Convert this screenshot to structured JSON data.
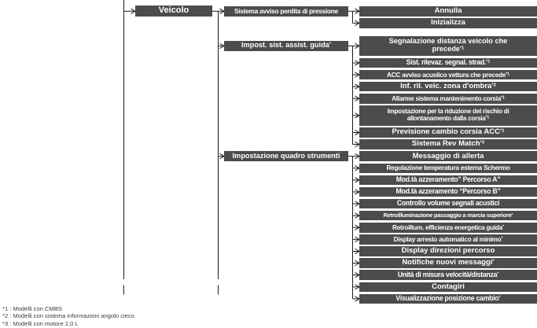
{
  "diagram": {
    "root": {
      "label": "Veicolo"
    },
    "groups": [
      {
        "parent": {
          "label": "Sistema avviso perdita di pressione",
          "sup": ""
        },
        "children": [
          {
            "label": "Annulla",
            "sup": ""
          },
          {
            "label": "Inizializza",
            "sup": ""
          }
        ]
      },
      {
        "parent": {
          "label": "Impost. sist. assist. guida",
          "sup": "*"
        },
        "children": [
          {
            "label": "Segnalazione distanza veicolo che\nprecede",
            "sup": "*1"
          },
          {
            "label": "Sist. rilevaz. segnal. strad.",
            "sup": "*1"
          },
          {
            "label": "ACC avviso acustico vettura che precede",
            "sup": "*1"
          },
          {
            "label": "Inf. ril. veic. zona d'ombra",
            "sup": "*2"
          },
          {
            "label": "Allarme sistema mantenimento corsia",
            "sup": "*1"
          },
          {
            "label": "Impostazione per la riduzione del rischio di\nallontanamento dalla corsia",
            "sup": "*1"
          },
          {
            "label": "Previsione cambio corsia ACC",
            "sup": "*1"
          },
          {
            "label": "Sistema Rev Match",
            "sup": "*3"
          }
        ]
      },
      {
        "parent": {
          "label": "Impostazione quadro strumenti",
          "sup": ""
        },
        "children": [
          {
            "label": "Messaggio di allerta",
            "sup": ""
          },
          {
            "label": "Regolazione temperatura esterna Schermo",
            "sup": ""
          },
          {
            "label": "Mod.tà azzeramento” Percorso A”",
            "sup": ""
          },
          {
            "label": "Mod.tà azzeramento “Percorso B”",
            "sup": ""
          },
          {
            "label": "Controllo volume segnali acustici",
            "sup": ""
          },
          {
            "label": "Retroilluminazione passaggio a marcia superiore",
            "sup": "*"
          },
          {
            "label": "Retroillum. efficienza energetica guida",
            "sup": "*"
          },
          {
            "label": "Display arresto automatico al minimo",
            "sup": "*"
          },
          {
            "label": "Display direzioni percorso",
            "sup": ""
          },
          {
            "label": "Notifiche nuovi messaggi",
            "sup": "*"
          },
          {
            "label": "Unità di misura velocità/distanza",
            "sup": "*"
          },
          {
            "label": "Contagiri",
            "sup": ""
          },
          {
            "label": "Visualizzazione posizione cambio",
            "sup": "*"
          }
        ]
      }
    ],
    "footnotes": [
      "*1 : Modelli con CMBS",
      "*2 : Modelli con sistema informazioni angolo cieco",
      "*3 : Modelli con motore 2,0 L"
    ],
    "colors": {
      "box_bg": "#4c4c4c",
      "box_text": "#ffffff",
      "line": "#1c1c1c",
      "footnote_text": "#3d3d3d",
      "page_bg": "#ffffff"
    }
  }
}
